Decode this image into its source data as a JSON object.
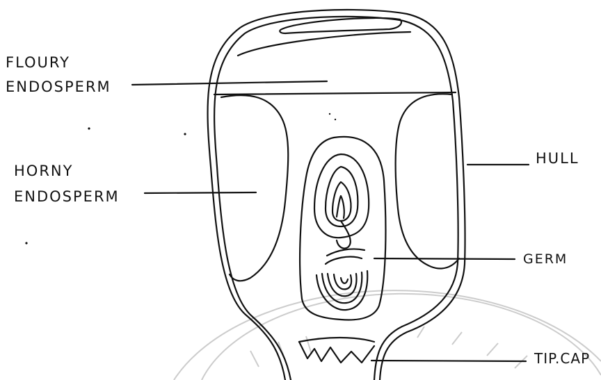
{
  "labels": {
    "floury_line1": "FLOURY",
    "floury_line2": "ENDOSPERM",
    "horny_line1": "HORNY",
    "horny_line2": "ENDOSPERM",
    "hull": "HULL",
    "germ": "GERM",
    "tip_cap": "TIP.CAP"
  },
  "colors": {
    "ink": "#111111",
    "watermark": "#cccccc",
    "background": "#ffffff"
  }
}
